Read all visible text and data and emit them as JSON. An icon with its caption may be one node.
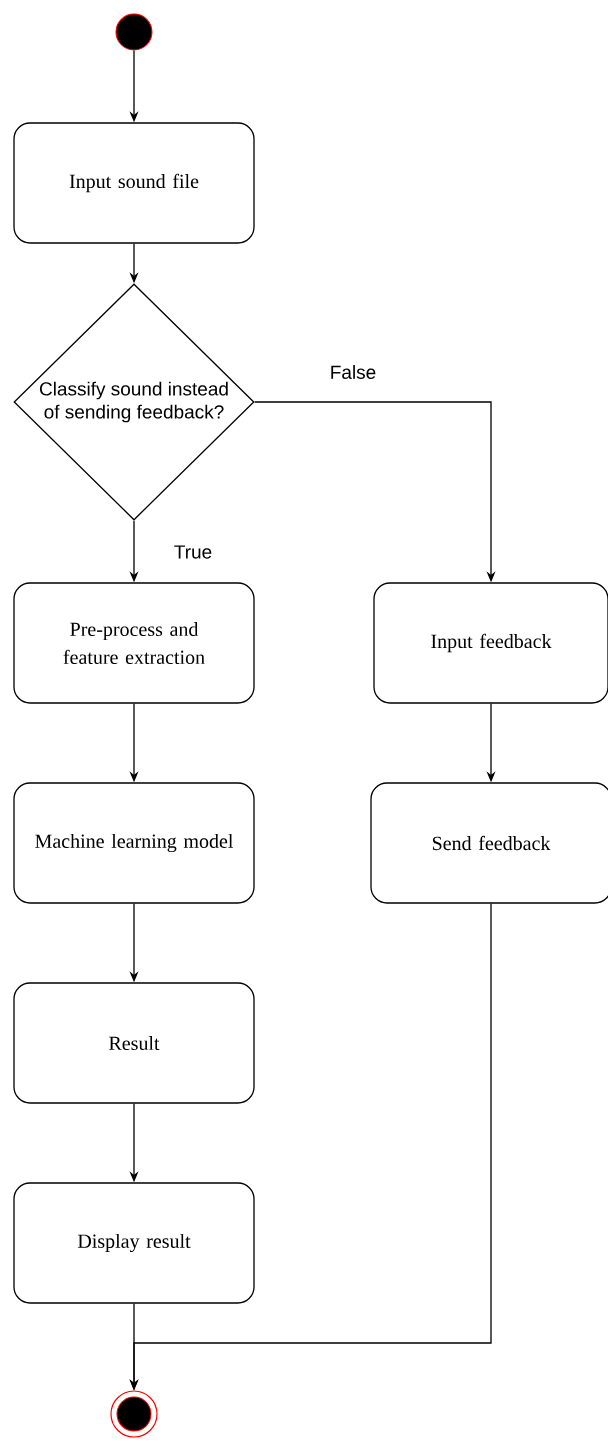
{
  "diagram": {
    "nodes": [
      {
        "text": [],
        "shape": "circle"
      },
      {
        "text": [
          "Input sound file"
        ]
      },
      {
        "text": [
          "Classify sound instead of sending feedback?"
        ]
      },
      {
        "text": [
          "Pre-process and feature extraction"
        ]
      },
      {
        "text": [
          "Machine learning model"
        ]
      },
      {
        "text": [
          "Result"
        ]
      },
      {
        "text": [
          "Display result"
        ]
      },
      {
        "text": [
          "Input feedback"
        ]
      },
      {
        "text": [
          "Send feedback"
        ]
      },
      {
        "text": [],
        "shape": "circle"
      }
    ],
    "edges": [
      {
        "from": 0,
        "to": 1,
        "arrow": "to"
      },
      {
        "from": 1,
        "to": 2,
        "arrow": "to"
      },
      {
        "from": 2,
        "to": 3,
        "arrow": "to",
        "label": "True"
      },
      {
        "from": 2,
        "to": 7,
        "arrow": "to",
        "label": "False"
      },
      {
        "from": 3,
        "to": 4,
        "arrow": "to"
      },
      {
        "from": 4,
        "to": 5,
        "arrow": "to"
      },
      {
        "from": 5,
        "to": 6,
        "arrow": "to"
      },
      {
        "from": 7,
        "to": 8,
        "arrow": "to"
      },
      {
        "from": 6,
        "to": 9,
        "arrow": "to"
      },
      {
        "from": 8,
        "to": 9,
        "arrow": "to"
      }
    ]
  }
}
